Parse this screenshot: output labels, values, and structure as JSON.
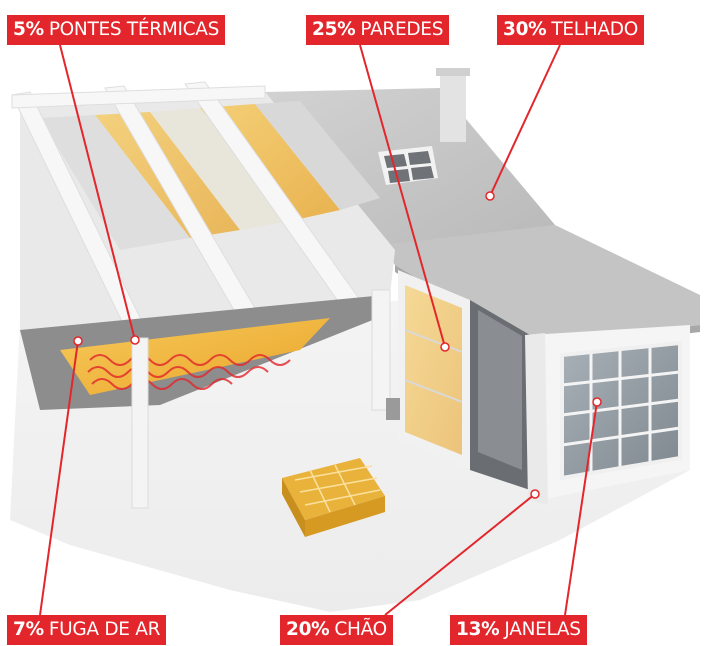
{
  "colors": {
    "callout_red": "#e3262b",
    "leader_red": "#e3262b",
    "label_text": "#ffffff",
    "insulation": "#f0b63a",
    "walls": "#eeeeee",
    "roof": "#bdbdbd",
    "glazing": "#9aa3ab"
  },
  "callouts": [
    {
      "key": "pontes",
      "percent": "5%",
      "label": "PONTES TÉRMICAS"
    },
    {
      "key": "paredes",
      "percent": "25%",
      "label": "PAREDES"
    },
    {
      "key": "telhado",
      "percent": "30%",
      "label": "TELHADO"
    },
    {
      "key": "fuga",
      "percent": "7%",
      "label": "FUGA DE AR"
    },
    {
      "key": "chao",
      "percent": "20%",
      "label": "CHÃO"
    },
    {
      "key": "janelas",
      "percent": "13%",
      "label": "JANELAS"
    }
  ]
}
